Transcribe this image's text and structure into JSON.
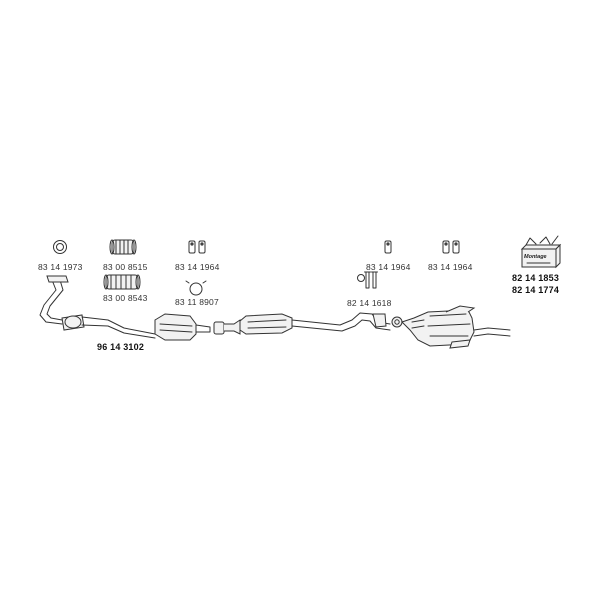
{
  "parts": {
    "p1": "83 14 1973",
    "p2": "83 00 8515",
    "p3": "83 00 8543",
    "p4": "83 14 1964",
    "p5": "83 11 8907",
    "p6": "96 14 3102",
    "p7": "83 14 1964",
    "p8": "82 14 1618",
    "p9": "83 14 1964",
    "p10": "82 14 1853",
    "p11": "82 14 1774"
  },
  "kit_box": {
    "label": "Montage"
  },
  "colors": {
    "line": "#333333",
    "fill": "#f2f2f2",
    "text": "#333333"
  }
}
